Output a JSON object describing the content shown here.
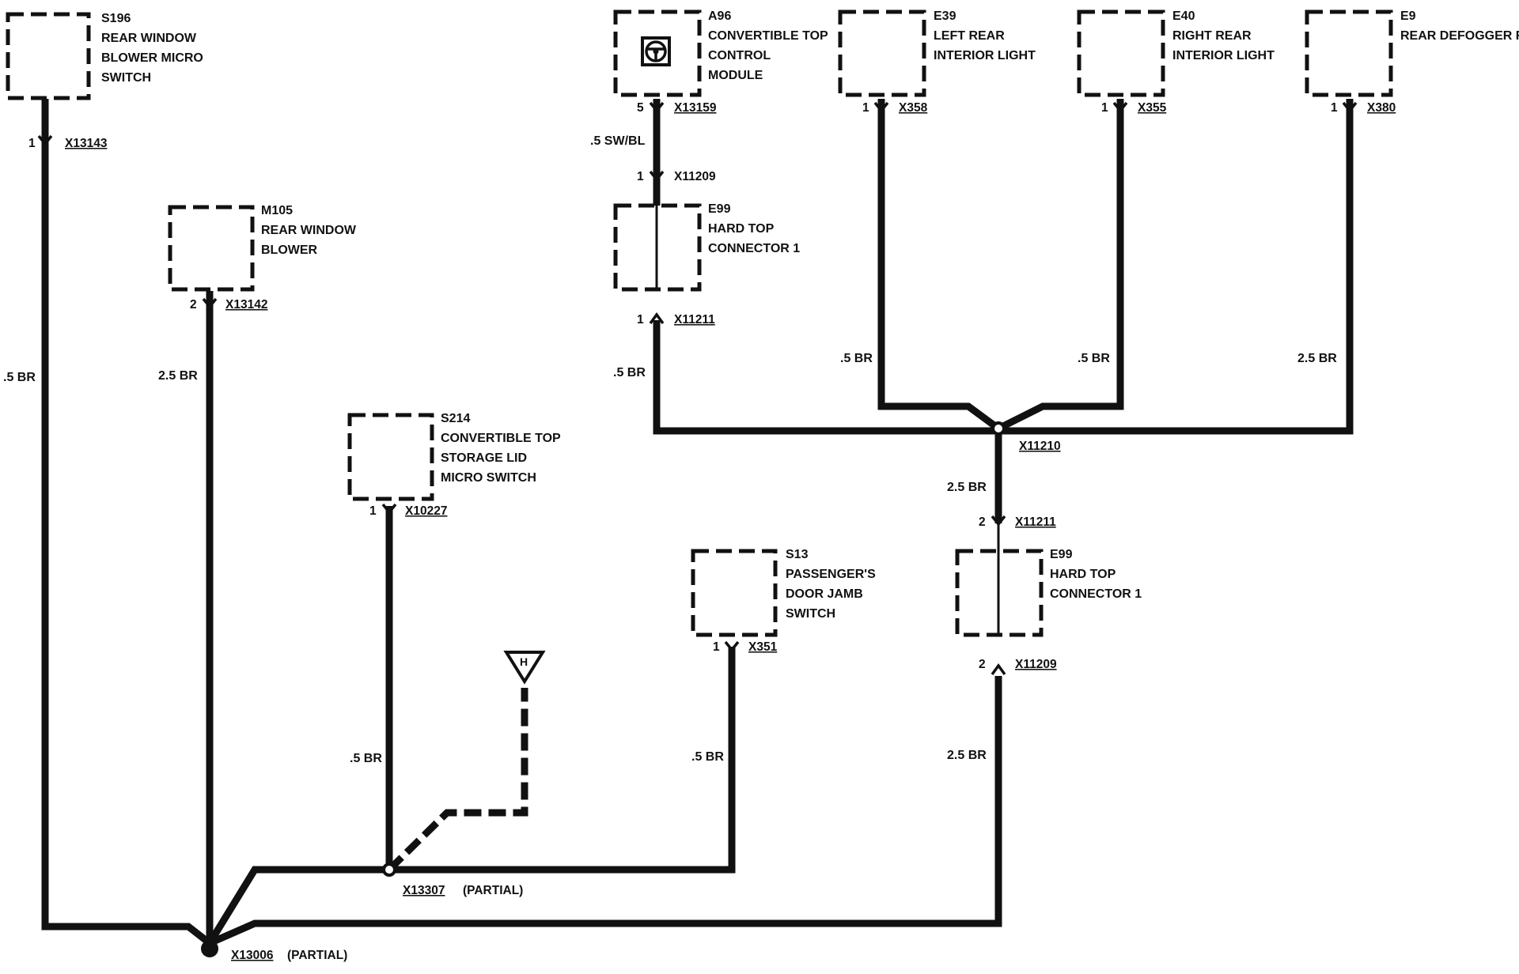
{
  "components": [
    {
      "id": "s196",
      "code": "S196",
      "lines": [
        "REAR WINDOW",
        "BLOWER MICRO",
        "SWITCH"
      ]
    },
    {
      "id": "m105",
      "code": "M105",
      "lines": [
        "REAR WINDOW",
        "BLOWER"
      ]
    },
    {
      "id": "s214",
      "code": "S214",
      "lines": [
        "CONVERTIBLE TOP",
        "STORAGE LID",
        "MICRO SWITCH"
      ]
    },
    {
      "id": "a96",
      "code": "A96",
      "lines": [
        "CONVERTIBLE TOP",
        "CONTROL",
        "MODULE"
      ]
    },
    {
      "id": "e99a",
      "code": "E99",
      "lines": [
        "HARD TOP",
        "CONNECTOR 1"
      ]
    },
    {
      "id": "e39",
      "code": "E39",
      "lines": [
        "LEFT REAR",
        "INTERIOR LIGHT"
      ]
    },
    {
      "id": "e40",
      "code": "E40",
      "lines": [
        "RIGHT REAR",
        "INTERIOR LIGHT"
      ]
    },
    {
      "id": "e9",
      "code": "E9",
      "lines": [
        "REAR DEFOGGER RELAY"
      ]
    },
    {
      "id": "s13",
      "code": "S13",
      "lines": [
        "PASSENGER'S",
        "DOOR JAMB",
        "SWITCH"
      ]
    },
    {
      "id": "e99b",
      "code": "E99",
      "lines": [
        "HARD TOP",
        "CONNECTOR 1"
      ]
    }
  ],
  "connectors": [
    {
      "id": "s196",
      "pin": "1",
      "code": "X13143"
    },
    {
      "id": "m105",
      "pin": "2",
      "code": "X13142"
    },
    {
      "id": "s214",
      "pin": "1",
      "code": "X10227"
    },
    {
      "id": "a96",
      "pin": "5",
      "code": "X13159"
    },
    {
      "id": "e99a_top",
      "pin": "1",
      "code": "X11209"
    },
    {
      "id": "e99a_bot",
      "pin": "1",
      "code": "X11211"
    },
    {
      "id": "e39",
      "pin": "1",
      "code": "X358"
    },
    {
      "id": "e40",
      "pin": "1",
      "code": "X355"
    },
    {
      "id": "e9",
      "pin": "1",
      "code": "X380"
    },
    {
      "id": "e99b_top",
      "pin": "2",
      "code": "X11211"
    },
    {
      "id": "e99b_bot",
      "pin": "2",
      "code": "X11209"
    },
    {
      "id": "s13",
      "pin": "1",
      "code": "X351"
    }
  ],
  "splices": [
    {
      "id": "x11210",
      "code": "X11210",
      "note": ""
    },
    {
      "id": "x13307",
      "code": "X13307",
      "note": "(PARTIAL)"
    },
    {
      "id": "x13006",
      "code": "X13006",
      "note": "(PARTIAL)"
    }
  ],
  "wires": [
    {
      "id": "s196",
      "label": ".5 BR"
    },
    {
      "id": "m105",
      "label": "2.5 BR"
    },
    {
      "id": "a96",
      "label": ".5 SW/BL"
    },
    {
      "id": "e99a",
      "label": ".5 BR"
    },
    {
      "id": "e39",
      "label": ".5 BR"
    },
    {
      "id": "e40",
      "label": ".5 BR"
    },
    {
      "id": "e9",
      "label": "2.5 BR"
    },
    {
      "id": "x11210_down",
      "label": "2.5 BR"
    },
    {
      "id": "e99b",
      "label": "2.5 BR"
    },
    {
      "id": "s214",
      "label": ".5 BR"
    },
    {
      "id": "s13",
      "label": ".5 BR"
    }
  ],
  "ground_symbol": "H"
}
